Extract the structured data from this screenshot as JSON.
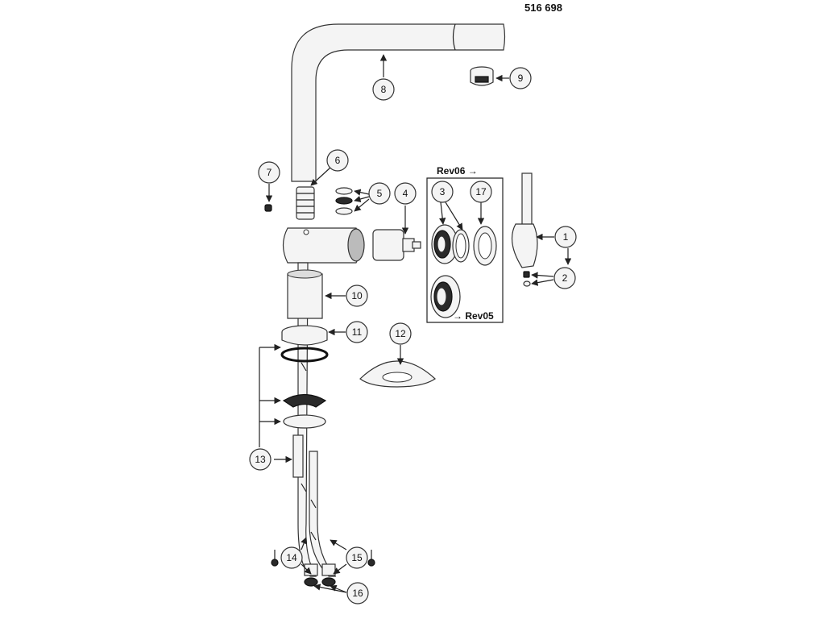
{
  "header": {
    "part_number": "516 698"
  },
  "revisions": {
    "rev06": "Rev06 →",
    "rev05": "→ Rev05"
  },
  "callouts": [
    {
      "id": "c1",
      "label": "1"
    },
    {
      "id": "c2",
      "label": "2"
    },
    {
      "id": "c3",
      "label": "3"
    },
    {
      "id": "c4",
      "label": "4"
    },
    {
      "id": "c5",
      "label": "5"
    },
    {
      "id": "c6",
      "label": "6"
    },
    {
      "id": "c7",
      "label": "7"
    },
    {
      "id": "c8",
      "label": "8"
    },
    {
      "id": "c9",
      "label": "9"
    },
    {
      "id": "c10",
      "label": "10"
    },
    {
      "id": "c11",
      "label": "11"
    },
    {
      "id": "c12",
      "label": "12"
    },
    {
      "id": "c13",
      "label": "13"
    },
    {
      "id": "c14",
      "label": "14"
    },
    {
      "id": "c15",
      "label": "15"
    },
    {
      "id": "c16",
      "label": "16"
    },
    {
      "id": "c17",
      "label": "17"
    }
  ],
  "colors": {
    "line": "#222222",
    "fill": "#f4f4f4",
    "dark": "#2a2a2a"
  }
}
